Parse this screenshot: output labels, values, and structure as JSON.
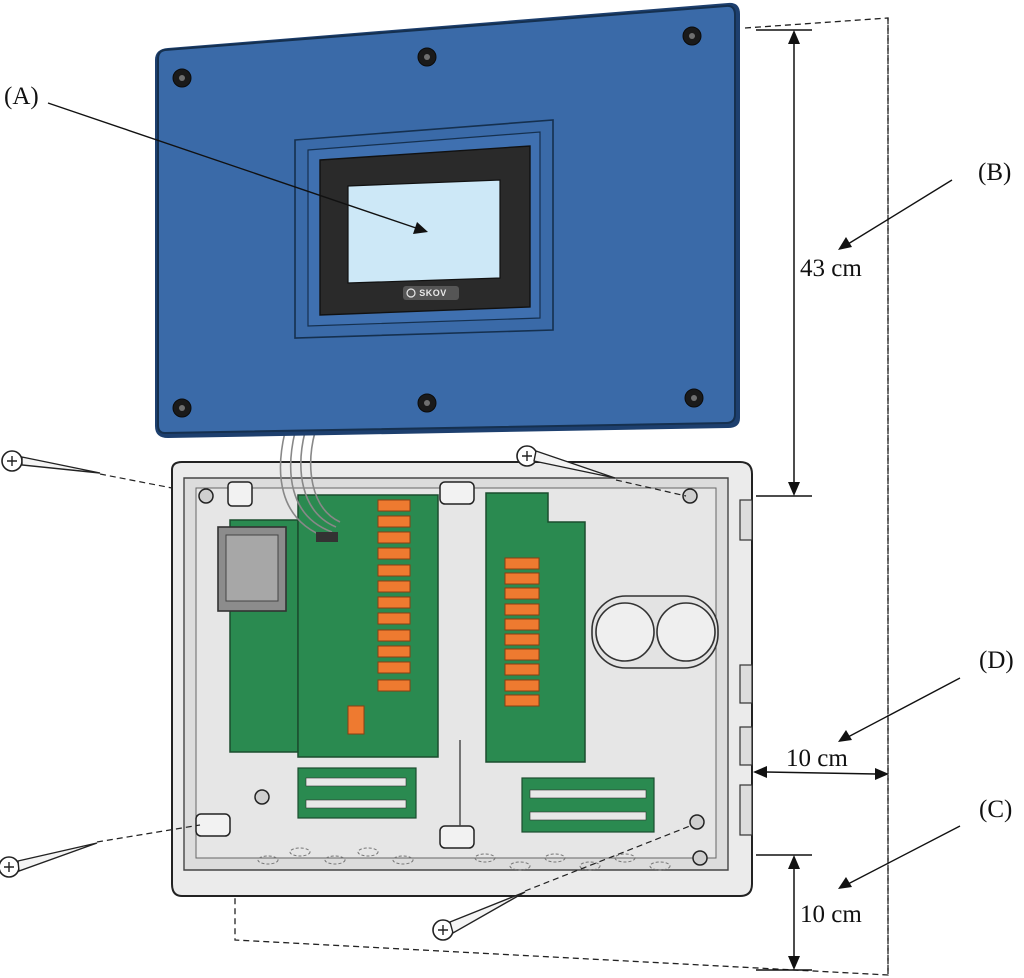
{
  "labels": {
    "a": "(A)",
    "b": "(B)",
    "c": "(C)",
    "d": "(D)"
  },
  "dimensions": {
    "height": "43 cm",
    "side_clearance": "10 cm",
    "bottom_clearance": "10 cm"
  },
  "display": {
    "brand": "SKOV"
  },
  "colors": {
    "lid": "#3a6aa8",
    "lid_edge": "#1d3f6e",
    "screen": "#cde8f7",
    "bezel": "#2a2a2a",
    "pcb": "#2a8a50",
    "relay": "#ee7a30",
    "enclosure": "#e9e9e9",
    "line": "#222222"
  },
  "icons": {
    "screw": "screw-icon",
    "logo": "skov-logo-icon"
  }
}
